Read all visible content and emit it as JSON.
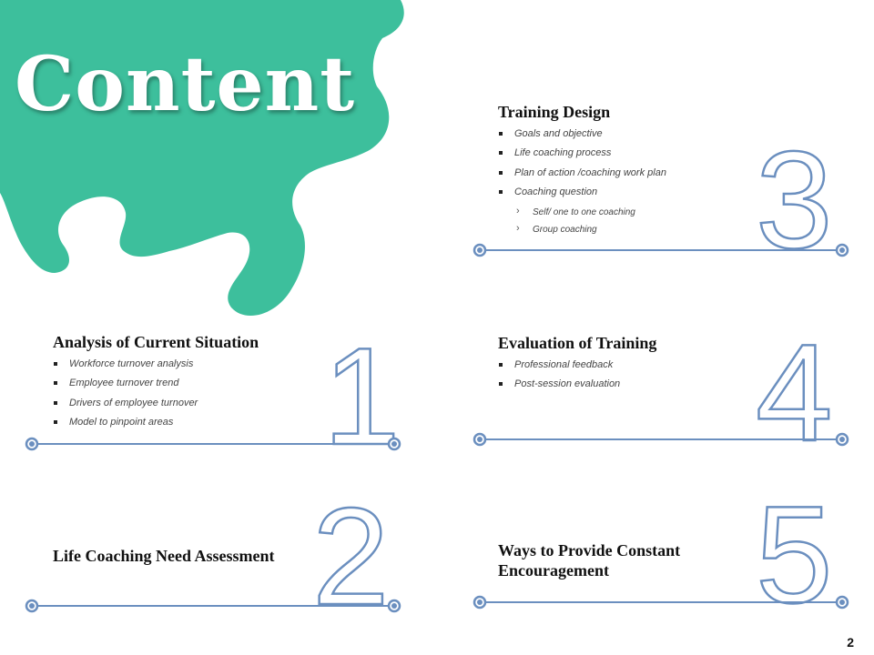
{
  "slide": {
    "title": "Content",
    "page_number": "2",
    "colors": {
      "accent": "#3dbf9c",
      "line": "#6b8fbf"
    }
  },
  "sections": [
    {
      "number": "1",
      "heading": "Analysis of Current Situation",
      "bullets": [
        "Workforce turnover analysis",
        "Employee turnover trend",
        "Drivers of employee turnover",
        "Model to pinpoint areas"
      ]
    },
    {
      "number": "2",
      "heading": "Life Coaching Need Assessment",
      "bullets": []
    },
    {
      "number": "3",
      "heading": "Training Design",
      "bullets": [
        "Goals and objective",
        "Life coaching process",
        "Plan of action /coaching work plan",
        "Coaching question"
      ],
      "sub_bullets": [
        "Self/ one to one coaching",
        "Group coaching"
      ]
    },
    {
      "number": "4",
      "heading": "Evaluation of Training",
      "bullets": [
        "Professional feedback",
        "Post-session evaluation"
      ]
    },
    {
      "number": "5",
      "heading_line1": "Ways to Provide Constant",
      "heading_line2": "Encouragement",
      "bullets": []
    }
  ]
}
